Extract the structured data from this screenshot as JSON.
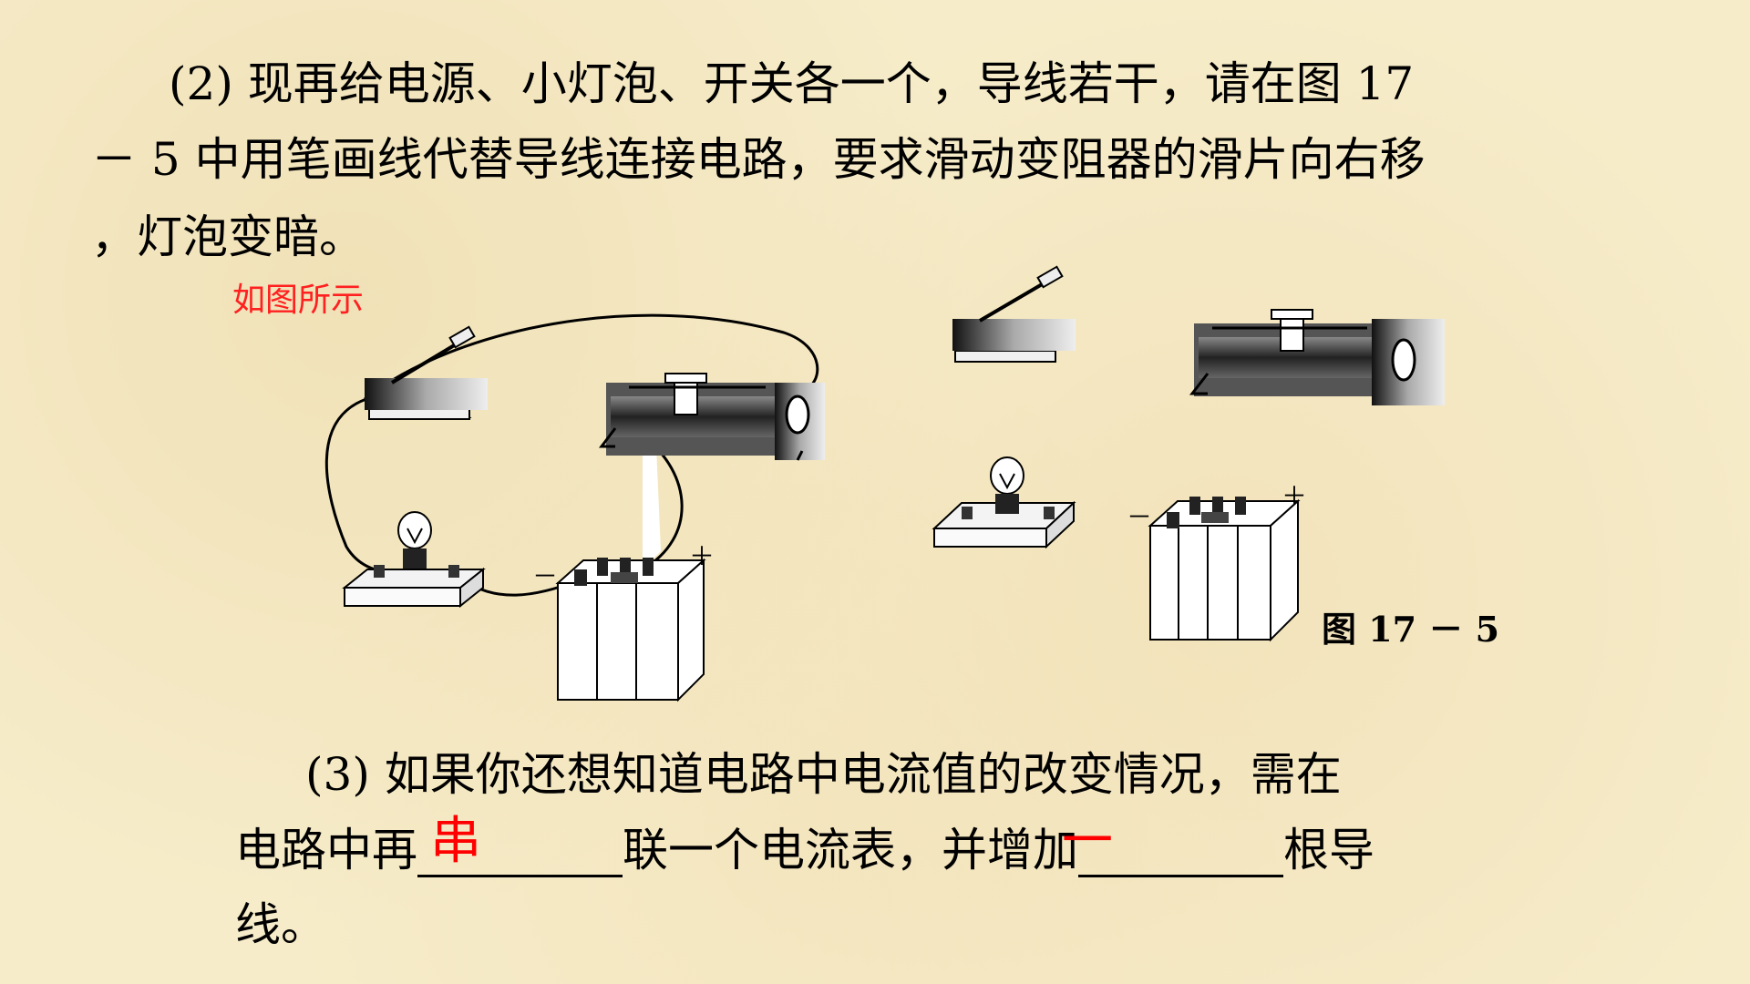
{
  "q2": {
    "line1": "(2) 现再给电源、小灯泡、开关各一个，导线若干，请在图 17",
    "line2": "－ 5 中用笔画线代替导线连接电路，要求滑动变阻器的滑片向右移",
    "line3": "，灯泡变暗。",
    "answer_note": "如图所示"
  },
  "figure": {
    "caption": "图 17 － 5",
    "minus_sign": "－",
    "plus_sign": "＋"
  },
  "q3": {
    "line1": "(3) 如果你还想知道电路中电流值的改变情况，需在",
    "line2_part1": "电路中再",
    "answer1": "串",
    "line2_part2": "联一个电流表，并增加",
    "answer2": "一",
    "line2_part3": "根导",
    "line3": "线。"
  },
  "colors": {
    "background": "#f6ecc9",
    "answer": "#ff0000"
  }
}
